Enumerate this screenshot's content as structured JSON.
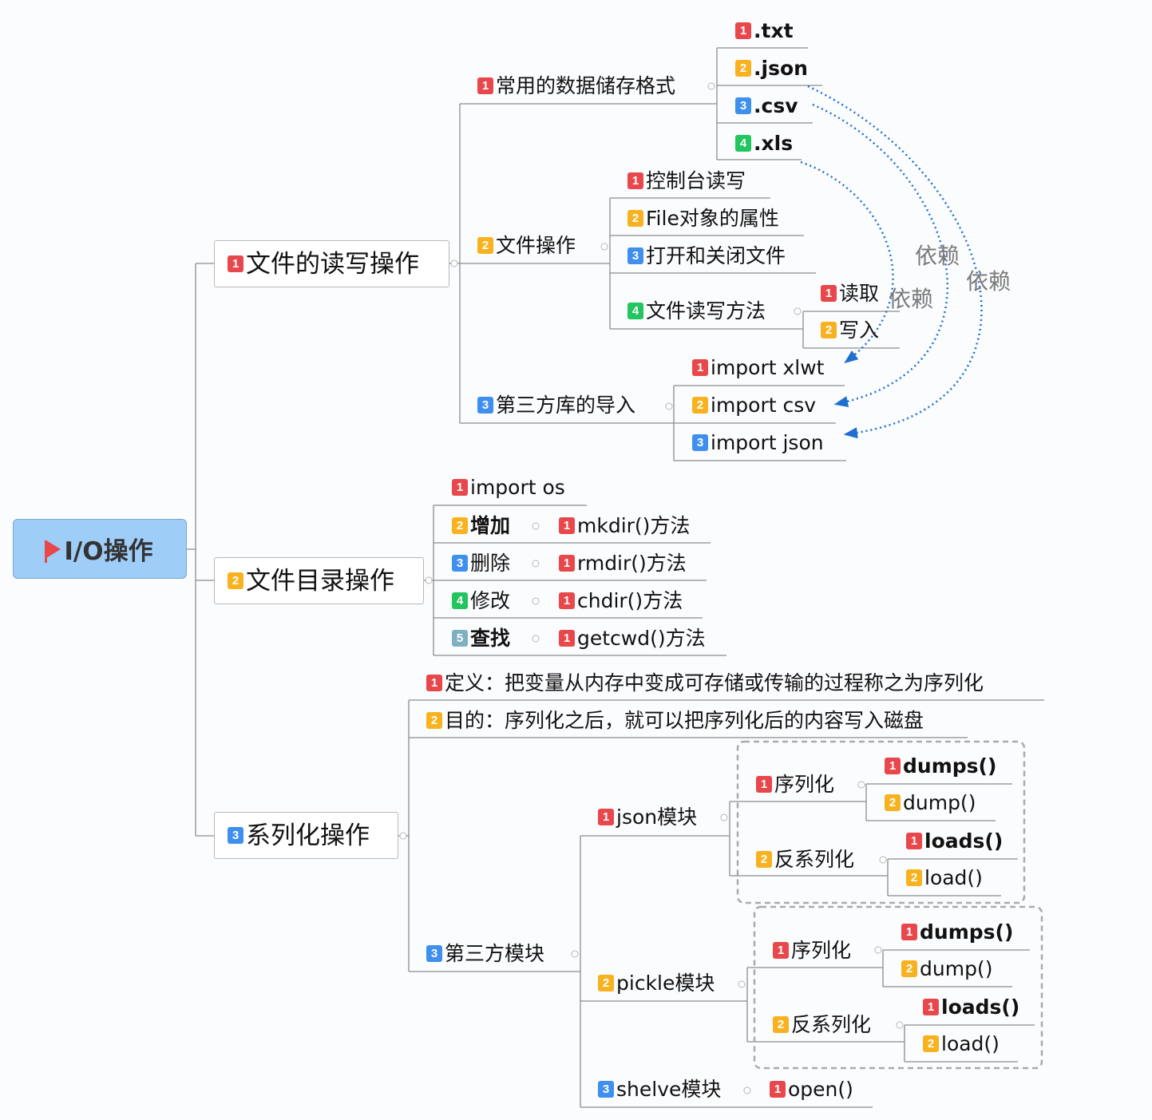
{
  "root": {
    "label": "I/O操作"
  },
  "branches": [
    {
      "num": "1",
      "label": "文件的读写操作"
    },
    {
      "num": "2",
      "label": "文件目录操作"
    },
    {
      "num": "3",
      "label": "系列化操作"
    }
  ],
  "file_rw": {
    "formats": {
      "num": "1",
      "label": "常用的数据储存格式",
      "items": [
        {
          "num": "1",
          "label": ".txt"
        },
        {
          "num": "2",
          "label": ".json"
        },
        {
          "num": "3",
          "label": ".csv"
        },
        {
          "num": "4",
          "label": ".xls"
        }
      ]
    },
    "ops": {
      "num": "2",
      "label": "文件操作",
      "items": [
        {
          "num": "1",
          "label": "控制台读写"
        },
        {
          "num": "2",
          "label": "File对象的属性"
        },
        {
          "num": "3",
          "label": "打开和关闭文件"
        },
        {
          "num": "4",
          "label": "文件读写方法"
        }
      ],
      "methods": [
        {
          "num": "1",
          "label": "读取"
        },
        {
          "num": "2",
          "label": "写入"
        }
      ]
    },
    "libs": {
      "num": "3",
      "label": "第三方库的导入",
      "items": [
        {
          "num": "1",
          "label": "import xlwt"
        },
        {
          "num": "2",
          "label": "import csv"
        },
        {
          "num": "3",
          "label": "import json"
        }
      ]
    },
    "dep_label": "依赖"
  },
  "dir_ops": {
    "import": {
      "num": "1",
      "label": "import os"
    },
    "items": [
      {
        "num": "2",
        "label": "增加",
        "method": "mkdir()方法"
      },
      {
        "num": "3",
        "label": "删除",
        "method": "rmdir()方法"
      },
      {
        "num": "4",
        "label": "修改",
        "method": "chdir()方法"
      },
      {
        "num": "5",
        "label": "查找",
        "method": "getcwd()方法"
      }
    ],
    "method_num": "1"
  },
  "serialize": {
    "definition": {
      "num": "1",
      "label": "定义：把变量从内存中变成可存储或传输的过程称之为序列化"
    },
    "purpose": {
      "num": "2",
      "label": "目的：序列化之后，就可以把序列化后的内容写入磁盘"
    },
    "third": {
      "num": "3",
      "label": "第三方模块"
    },
    "json": {
      "num": "1",
      "label": "json模块",
      "ser": "序列化",
      "deser": "反系列化"
    },
    "pickle": {
      "num": "2",
      "label": "pickle模块",
      "ser": "序列化",
      "deser": "反系列化"
    },
    "shelve": {
      "num": "3",
      "label": "shelve模块",
      "open": "open()"
    },
    "funcs": {
      "dumps": "dumps()",
      "dump": "dump()",
      "loads": "loads()",
      "load": "load()"
    }
  },
  "colors": {
    "red": "#e8474b",
    "yellow": "#f8b220",
    "blue": "#3f8fef",
    "green": "#22c55e",
    "teal": "#7fb0c0",
    "link": "#1f6fd0"
  }
}
